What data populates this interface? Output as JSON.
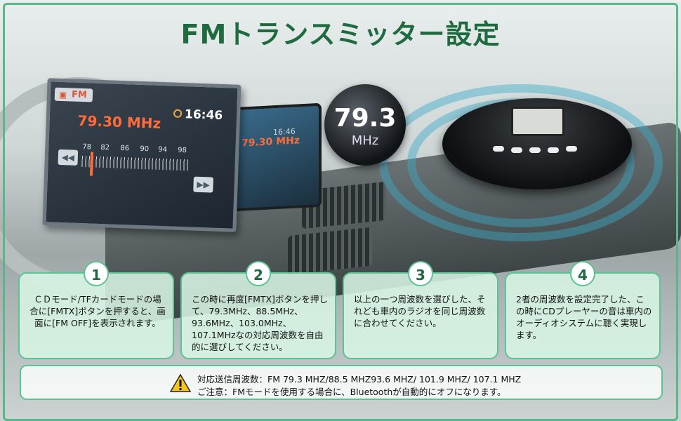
{
  "title": "FMトランスミッター設定",
  "radio_screen": {
    "mode": "FM",
    "frequency": "79.30 MHz",
    "time": "16:46",
    "scale": [
      "78",
      "82",
      "86",
      "90",
      "94",
      "98"
    ],
    "prev_label": "◀◀",
    "next_label": "▶▶"
  },
  "radio_screen_2": {
    "frequency": "79.30 MHz",
    "time": "16:46"
  },
  "bubble": {
    "number": "79.3",
    "unit": "MHz"
  },
  "steps": [
    {
      "num": "1",
      "text": "ＣＤモード/TFカードモードの場合に[FMTX]ボタンを押すると、画面に[FM OFF]を表示されます。"
    },
    {
      "num": "2",
      "text": "この時に再度[FMTX]ボタンを押して、79.3MHz、88.5MHz、93.6MHz、103.0MHz、107.1MHzなの対応周波数を自由的に選びしてください。"
    },
    {
      "num": "3",
      "text": "以上の一つ周波数を選びした、それども車内のラジオを同じ周波数に合わせてください。"
    },
    {
      "num": "4",
      "text": "2者の周波数を設定完了した、この時にCDプレーヤーの音は車内のオーディオシステムに聴く実現します。"
    }
  ],
  "note": {
    "line1": "対応送信周波数：FM 79.3 MHZ/88.5 MHZ93.6 MHZ/ 101.9 MHZ/ 107.1 MHZ",
    "line2": "ご注意：FMモードを使用する場合に、Bluetoothが自動的にオフになります。"
  },
  "colors": {
    "accent": "#1f6b3f",
    "card_border": "#5cc393",
    "frequency": "#ff6b3a"
  }
}
